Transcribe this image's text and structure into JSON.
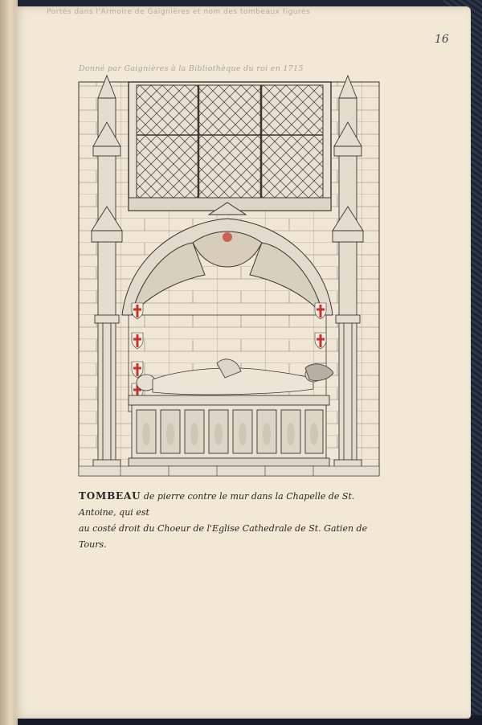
{
  "page": {
    "top_note": "Portés dans l'Armoire de Gaignières et nom des tombeaux figurés",
    "folio": "16",
    "dest_note": "Donné par Gaignières à la Bibliothèque du roi en 1715",
    "caption_lead": "TOMBEAU",
    "caption_line1": " de pierre contre le mur dans la Chapelle de St. Antoine, qui est",
    "caption_line2": "au costé droit du Choeur de l'Eglise Cathedrale de St. Gatien de Tours."
  },
  "colors": {
    "paper": "#f1e8d6",
    "ink": "#3b3631",
    "wash": "#d9d2c6",
    "heraldic_red": "#c8322a"
  }
}
